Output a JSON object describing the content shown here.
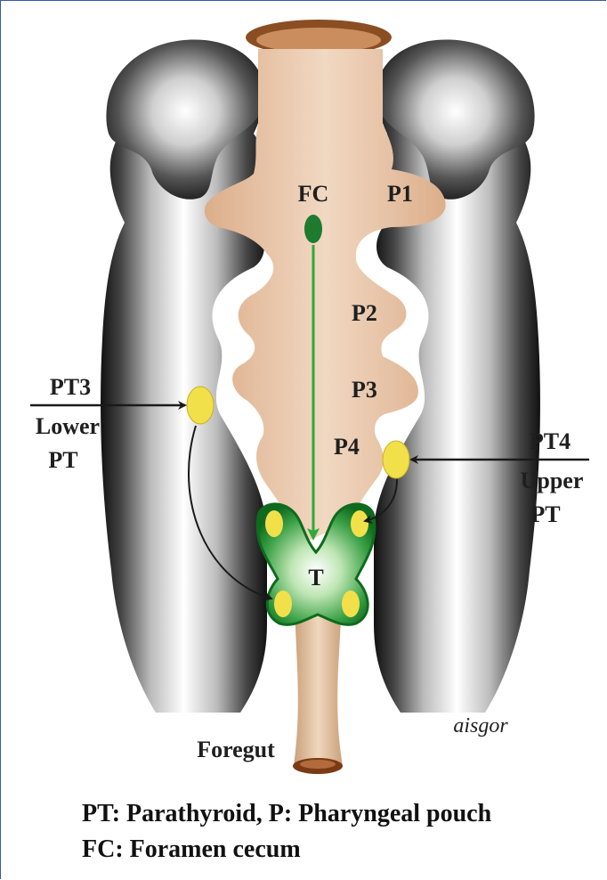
{
  "labels": {
    "fc": "FC",
    "p1": "P1",
    "p2": "P2",
    "p3": "P3",
    "p4": "P4",
    "pt3": "PT3",
    "lower": "Lower",
    "lower_pt": "PT",
    "pt4": "PT4",
    "upper": "Upper",
    "upper_pt": "PT",
    "thyroid": "T",
    "foregut": "Foregut",
    "signature": "aisgor"
  },
  "legend": {
    "line1": "PT: Parathyroid, P: Pharyngeal pouch",
    "line2": "FC: Foramen cecum"
  },
  "colors": {
    "lumen": "#e8c4a4",
    "wall_dark": "#1a1a1a",
    "thyroid_green": "#1f8a2e",
    "parathyroid_yellow": "#f2e04a",
    "migration_arrow": "#2eaa3c",
    "frame": "#3d55a8"
  }
}
